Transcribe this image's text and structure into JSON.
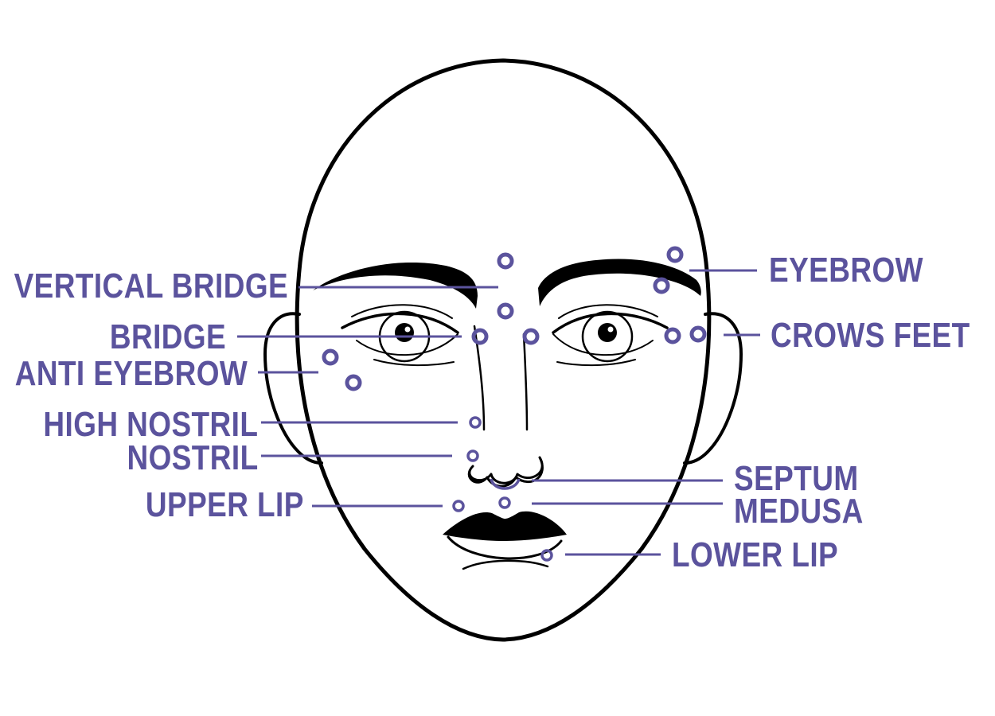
{
  "colors": {
    "accent": "#5b539d",
    "ink": "#000000",
    "background": "#ffffff"
  },
  "labels": {
    "vertical_bridge": "VERTICAL BRIDGE",
    "bridge": "BRIDGE",
    "anti_eyebrow": "ANTI EYEBROW",
    "high_nostril": "HIGH NOSTRIL",
    "nostril": "NOSTRIL",
    "upper_lip": "UPPER LIP",
    "eyebrow": "EYEBROW",
    "crows_feet": "CROWS FEET",
    "septum": "SEPTUM",
    "medusa": "MEDUSA",
    "lower_lip": "LOWER LIP"
  }
}
